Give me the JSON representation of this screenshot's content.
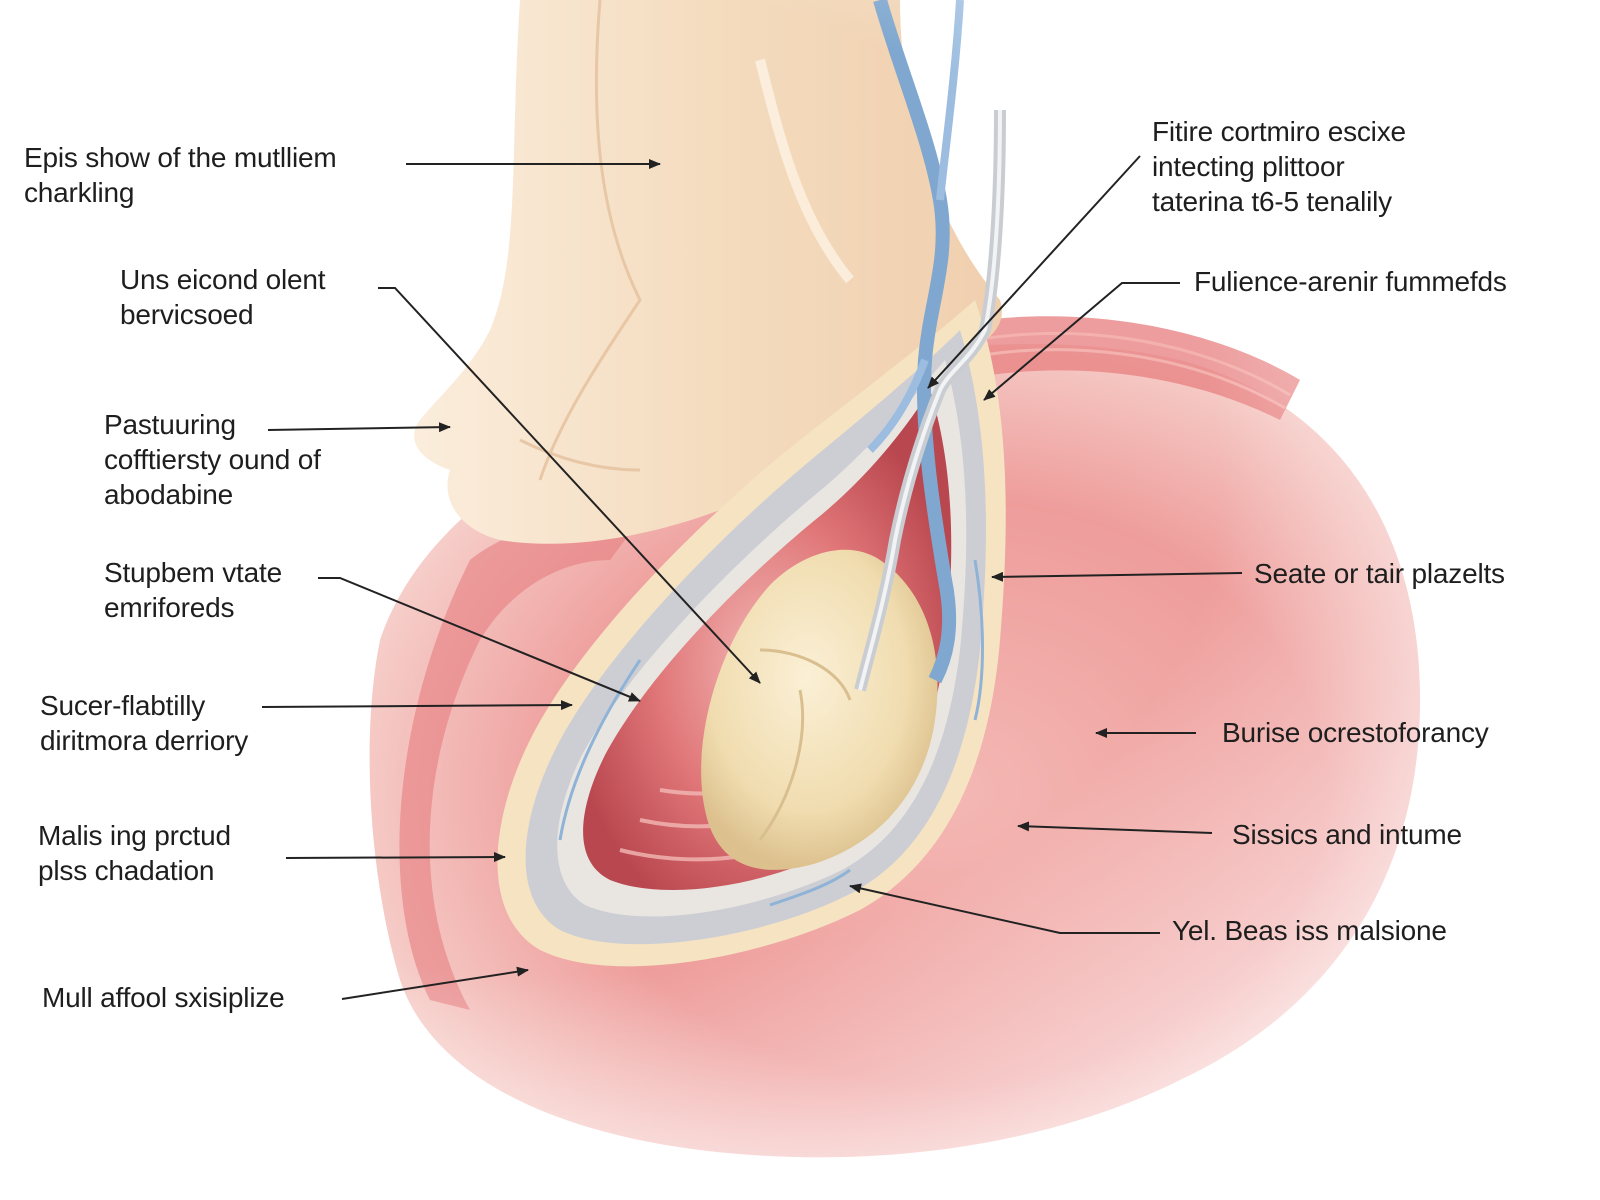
{
  "labels_left": [
    {
      "id": "l1",
      "lines": [
        "Epis show of the mutlliem",
        "charkling"
      ]
    },
    {
      "id": "l2",
      "lines": [
        "Uns eicond olent",
        "bervicsoed"
      ]
    },
    {
      "id": "l3",
      "lines": [
        "Pastuuring",
        "cofftiersty ound of",
        "abodabine"
      ]
    },
    {
      "id": "l4",
      "lines": [
        "Stupbem vtate",
        "emriforeds"
      ]
    },
    {
      "id": "l5",
      "lines": [
        "Sucer-flabtilly",
        "diritmora derriory"
      ]
    },
    {
      "id": "l6",
      "lines": [
        "Malis ing prctud",
        "plss chadation"
      ]
    },
    {
      "id": "l7",
      "lines": [
        "Mull affool sxisiplize"
      ]
    }
  ],
  "labels_right": [
    {
      "id": "r1",
      "lines": [
        "Fitire cortmiro escixe",
        "intecting plittoor",
        "taterina t6-5 tenalily"
      ]
    },
    {
      "id": "r2",
      "lines": [
        "Fulience-arenir fummefds"
      ]
    },
    {
      "id": "r3",
      "lines": [
        "Seate or tair plazelts"
      ]
    },
    {
      "id": "r4",
      "lines": [
        "Burise ocrestoforancy"
      ]
    },
    {
      "id": "r5",
      "lines": [
        "Sissics and intume"
      ]
    },
    {
      "id": "r6",
      "lines": [
        "Yel. Beas iss malsione"
      ]
    }
  ],
  "colors": {
    "skin": "#f6dfc4",
    "tissue": "#ec8f8f",
    "tissue_light": "#f7c9c3",
    "lining": "#cfcfd3",
    "vessel": "#8fb3d6",
    "mass": "#f1dfb5",
    "leader": "#222222"
  }
}
